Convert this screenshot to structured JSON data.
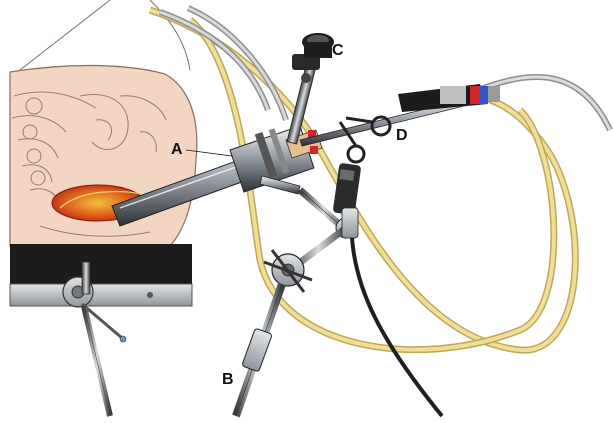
{
  "labels": {
    "a": "A",
    "b": "B",
    "c": "C",
    "d": "D"
  },
  "colors": {
    "skin": "#f3d6c2",
    "skin_shadow": "#e7bfa4",
    "outline": "#8a6a5c",
    "table": "#1c1c1c",
    "clamp_rail": "#b9bec4",
    "tube_yellow": "#e9d48c",
    "tube_grey": "#c9c9c9",
    "steel_dark": "#3a3a3a",
    "steel_light": "#dfe3e6",
    "tissue_red": "#c8321e",
    "tissue_orange": "#f09a2a",
    "cable": "#2a2a2a",
    "accent_red": "#d0262b",
    "accent_blue": "#2f55c8"
  }
}
